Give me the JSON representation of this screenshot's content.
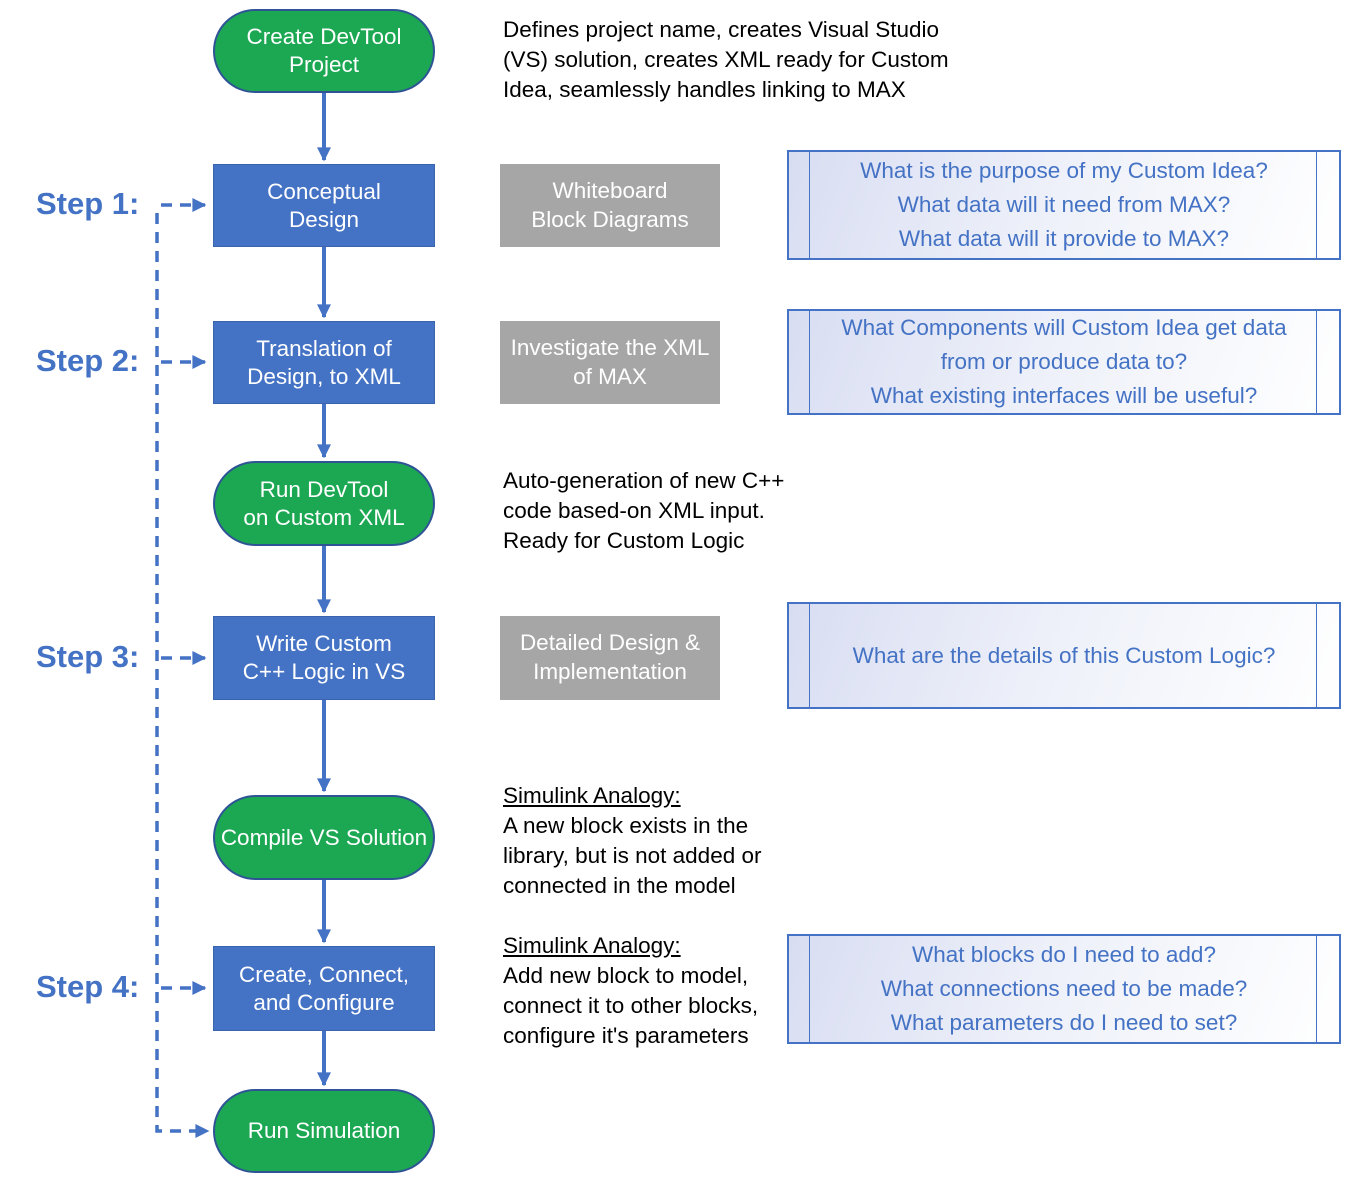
{
  "colors": {
    "process_blue": "#4472C4",
    "terminator_green": "#1CA853",
    "terminator_border": "#2F5496",
    "gray_box": "#A6A6A6",
    "arrow_blue": "#4472C4",
    "question_text_blue": "#4472C4",
    "step_label_blue": "#4472C4",
    "note_text": "#000000"
  },
  "steps": [
    {
      "label": "Step 1:"
    },
    {
      "label": "Step 2:"
    },
    {
      "label": "Step 3:"
    },
    {
      "label": "Step 4:"
    }
  ],
  "flow_nodes": [
    {
      "type": "terminator",
      "label": "Create DevTool\nProject"
    },
    {
      "type": "process",
      "label": "Conceptual\nDesign"
    },
    {
      "type": "process",
      "label": "Translation of\nDesign, to XML"
    },
    {
      "type": "terminator",
      "label": "Run DevTool\non Custom XML"
    },
    {
      "type": "process",
      "label": "Write Custom\nC++ Logic in VS"
    },
    {
      "type": "terminator",
      "label": "Compile VS Solution"
    },
    {
      "type": "process",
      "label": "Create, Connect,\nand Configure"
    },
    {
      "type": "terminator",
      "label": "Run Simulation"
    }
  ],
  "gray_boxes": [
    {
      "label": "Whiteboard\nBlock Diagrams"
    },
    {
      "label": "Investigate the XML\nof MAX"
    },
    {
      "label": "Detailed Design &\nImplementation"
    }
  ],
  "notes": [
    {
      "heading": "",
      "body": "Defines project name, creates Visual Studio\n(VS) solution, creates XML ready for Custom\nIdea, seamlessly handles linking to MAX"
    },
    {
      "heading": "",
      "body": "Auto-generation of new C++\ncode based-on XML input.\nReady for Custom Logic"
    },
    {
      "heading": "Simulink Analogy:",
      "body": "A new block exists in the\nlibrary, but is not added or\nconnected in the model"
    },
    {
      "heading": "Simulink Analogy:",
      "body": "Add new block to model,\nconnect it to other blocks,\nconfigure it's parameters"
    }
  ],
  "question_boxes": [
    {
      "text": "What is the purpose of my Custom Idea?\nWhat data will it need from MAX?\nWhat data will it provide to MAX?"
    },
    {
      "text": "What Components will Custom Idea get data\nfrom or produce data to?\nWhat existing interfaces will be useful?"
    },
    {
      "text": "What are the details of this Custom Logic?"
    },
    {
      "text": "What blocks do I need to add?\nWhat connections need to be made?\nWhat parameters do I need to set?"
    }
  ]
}
